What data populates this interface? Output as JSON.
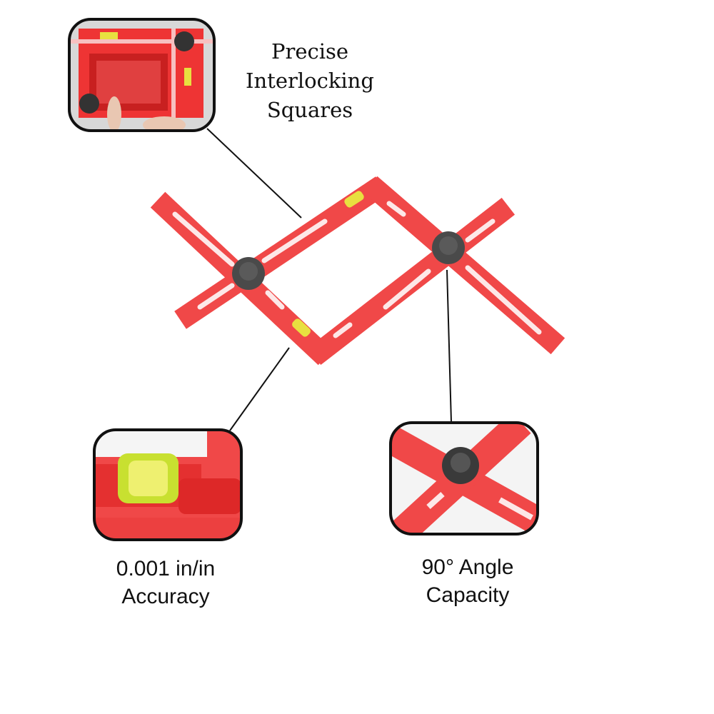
{
  "features": [
    {
      "lines": [
        "Precise",
        "Interlocking",
        "Squares"
      ]
    },
    {
      "lines": [
        "0.001 in/in",
        "Accuracy"
      ]
    },
    {
      "lines": [
        "90° Angle",
        "Capacity"
      ]
    }
  ],
  "colors": {
    "tool_red": "#f04848",
    "knob": "#4a4a4a",
    "bubble": "#e8e040",
    "outline": "#111111"
  }
}
